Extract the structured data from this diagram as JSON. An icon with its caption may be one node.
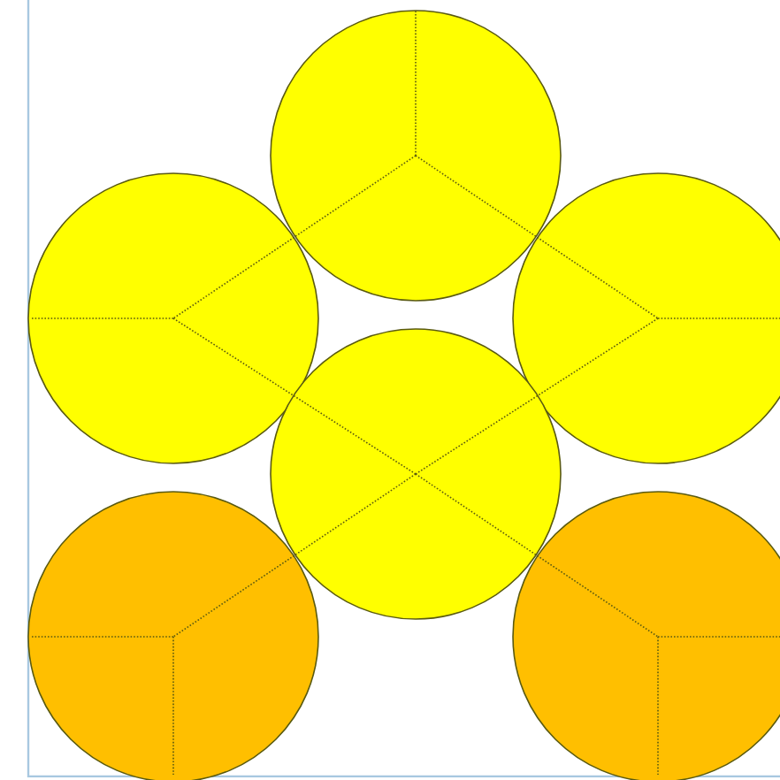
{
  "diagram": {
    "nodes": [
      {
        "text": [],
        "shape": "circle"
      },
      {
        "text": [],
        "shape": "circle"
      },
      {
        "text": [],
        "shape": "circle"
      },
      {
        "text": [],
        "shape": "circle"
      },
      {
        "text": [],
        "shape": "circle"
      },
      {
        "text": [],
        "shape": "circle"
      }
    ],
    "edges": [
      {
        "from": 0,
        "to": 1,
        "arrow": "none",
        "style": "dashed"
      },
      {
        "from": 0,
        "to": 2,
        "arrow": "none",
        "style": "dashed"
      },
      {
        "from": 1,
        "to": 3,
        "arrow": "none",
        "style": "dashed"
      },
      {
        "from": 2,
        "to": 3,
        "arrow": "none",
        "style": "dashed"
      },
      {
        "from": 3,
        "to": 4,
        "arrow": "none",
        "style": "dashed"
      },
      {
        "from": 3,
        "to": 5,
        "arrow": "none",
        "style": "dashed"
      }
    ]
  }
}
